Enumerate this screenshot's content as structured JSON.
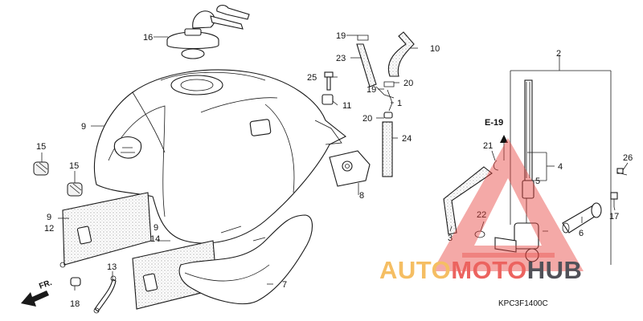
{
  "diagram": {
    "code": "KPC3F1400C",
    "section_ref": "E-19",
    "front_marker": "FR.",
    "callouts": {
      "c1": "1",
      "c2": "2",
      "c3": "3",
      "c4": "4",
      "c5": "5",
      "c6": "6",
      "c7": "7",
      "c8": "8",
      "c9a": "9",
      "c9b": "9",
      "c9c": "9",
      "c10": "10",
      "c11": "11",
      "c12": "12",
      "c13": "13",
      "c14": "14",
      "c15a": "15",
      "c15b": "15",
      "c16": "16",
      "c17": "17",
      "c18": "18",
      "c19a": "19",
      "c19b": "19",
      "c20a": "20",
      "c20b": "20",
      "c21": "21",
      "c22": "22",
      "c23": "23",
      "c24": "24",
      "c25": "25",
      "c26": "26"
    }
  },
  "watermark": {
    "brand_part1": "AUTO",
    "brand_part2": "MOTO",
    "brand_part3": "HUB",
    "color_orange": "#f4b042",
    "color_red": "#e8413c",
    "color_dark": "#2c2c34"
  }
}
